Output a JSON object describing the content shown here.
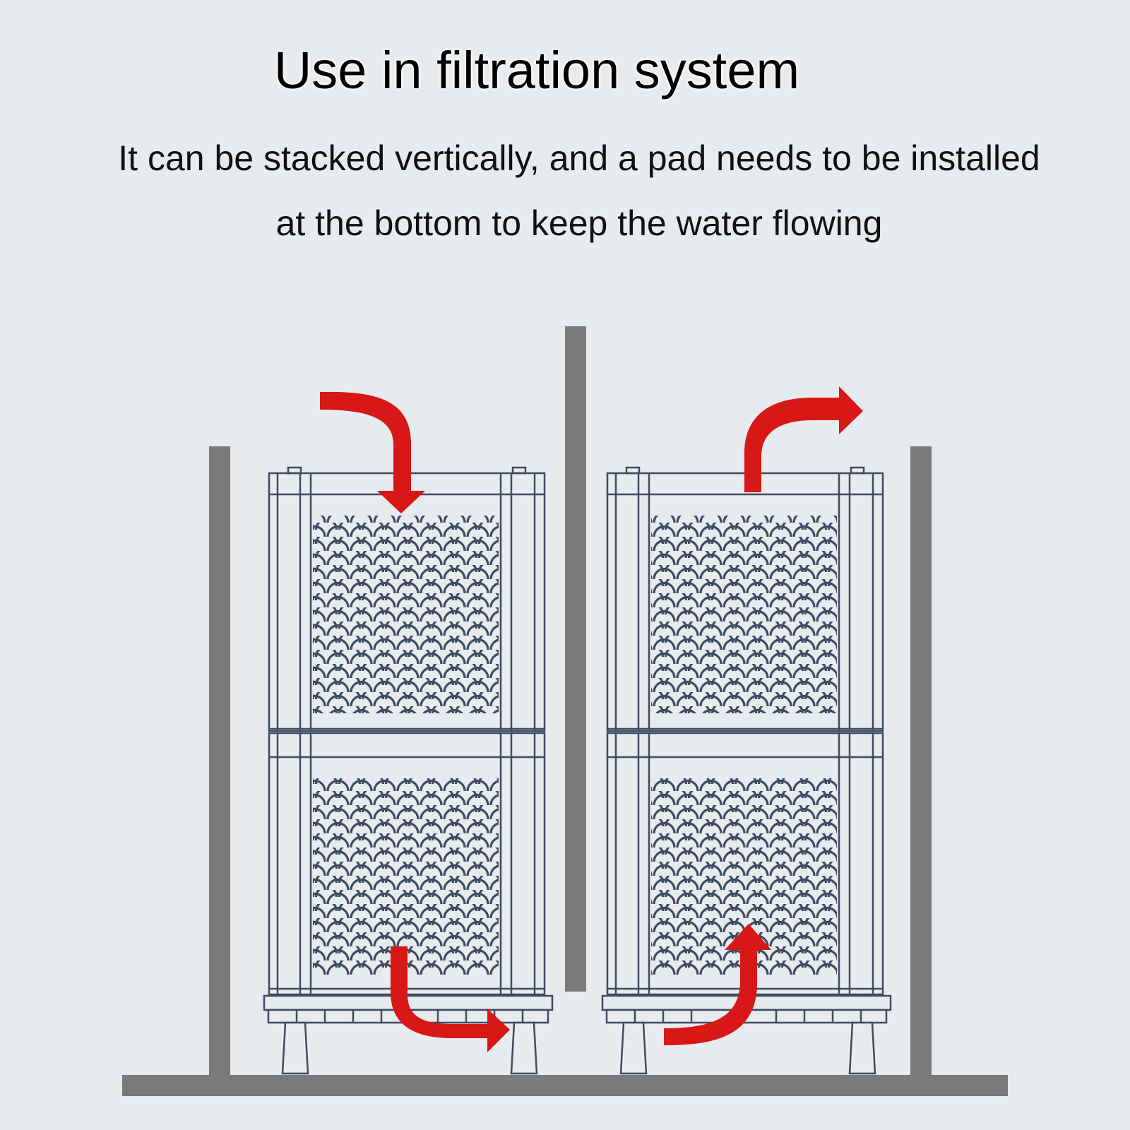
{
  "title": "Use in filtration system",
  "subtitle": {
    "line1": "It can be stacked vertically, and a pad needs to be installed",
    "line2": "at the bottom to keep the water flowing"
  },
  "colors": {
    "background": "#e7ebee",
    "wall": "#7a7a7a",
    "module_outline": "#3e4b61",
    "arrow": "#d81717"
  },
  "diagram": {
    "stacks": [
      {
        "name": "left-stack",
        "modules": 2,
        "flow": "in-top-out-bottom-right",
        "has_pad": true
      },
      {
        "name": "right-stack",
        "modules": 2,
        "flow": "in-bottom-out-top-right",
        "has_pad": true
      }
    ],
    "icons": [
      "arrow-curved-down-icon",
      "arrow-curved-right-icon",
      "arrow-curved-up-icon"
    ]
  }
}
